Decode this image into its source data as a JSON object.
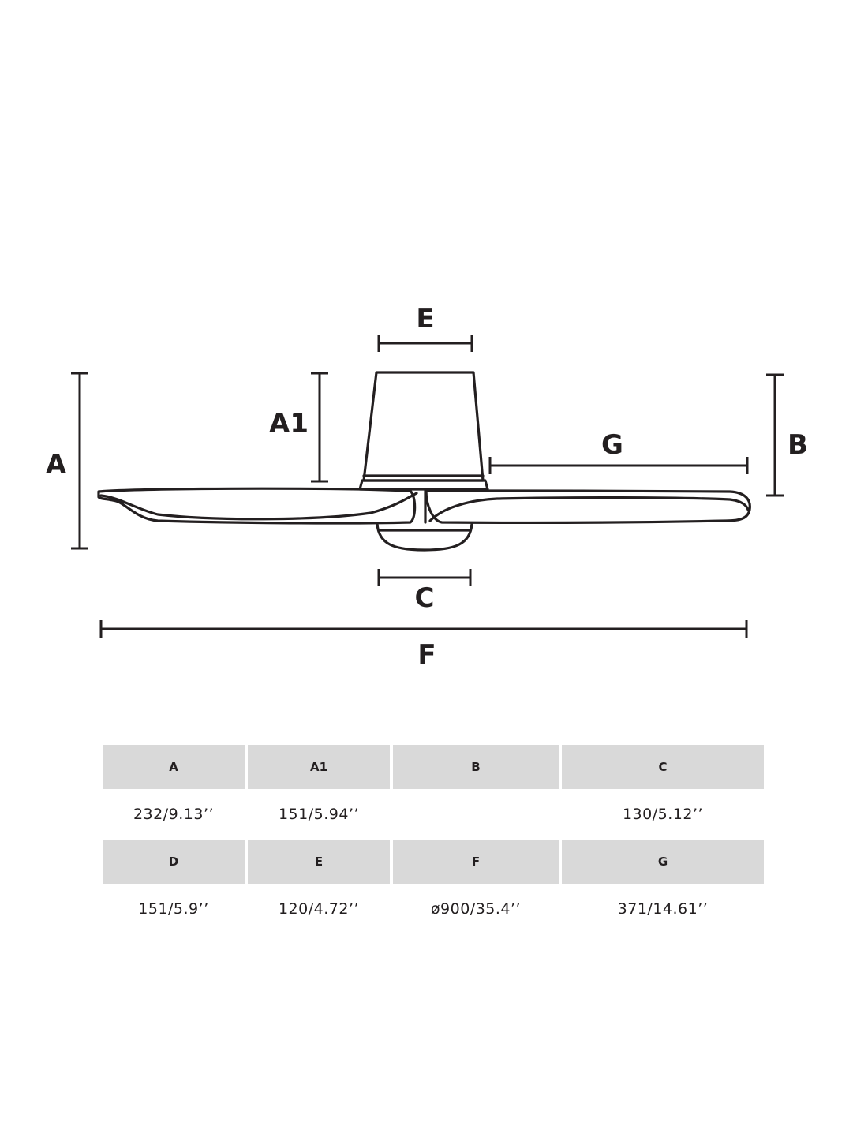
{
  "labels": {
    "A": "A",
    "A1": "A1",
    "B": "B",
    "C": "C",
    "E": "E",
    "F": "F",
    "G": "G"
  },
  "table": {
    "row1": {
      "headers": [
        "A",
        "A1",
        "B",
        "C"
      ],
      "values": [
        "232/9.13’’",
        "151/5.94’’",
        "",
        "130/5.12’’"
      ]
    },
    "row2": {
      "headers": [
        "D",
        "E",
        "F",
        "G"
      ],
      "values": [
        "151/5.9’’",
        "120/4.72’’",
        "ø900/35.4’’",
        "371/14.61’’"
      ]
    }
  },
  "colors": {
    "ink": "#231f20",
    "header_bg": "#d9d9d9"
  }
}
